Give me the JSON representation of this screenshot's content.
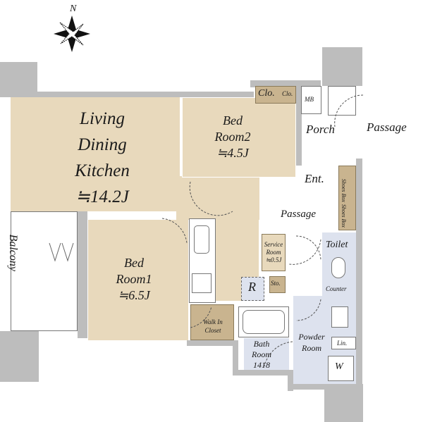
{
  "compass": {
    "north_label": "N"
  },
  "rooms": {
    "ldk": {
      "line1": "Living",
      "line2": "Dining",
      "line3": "Kitchen",
      "area": "≒14.2J"
    },
    "bedroom2": {
      "line1": "Bed",
      "line2": "Room2",
      "area": "≒4.5J"
    },
    "bedroom1": {
      "line1": "Bed",
      "line2": "Room1",
      "area": "≒6.5J"
    },
    "closet_large": "Clo.",
    "closet_small": "Clo.",
    "mb": "MB",
    "porch": "Porch",
    "outer_passage": "Passage",
    "entrance": "Ent.",
    "passage": "Passage",
    "shoes_box_1": "Shoes Box",
    "shoes_box_2": "Shoes Box",
    "balcony": "Balcony",
    "service_room": {
      "line1": "Service",
      "line2": "Room",
      "area": "≒0.5J"
    },
    "storage": "Sto.",
    "refrigerator": "R",
    "toilet": "Toilet",
    "counter": "Counter",
    "walk_in_closet": {
      "line1": "Walk In",
      "line2": "Closet"
    },
    "bath_room": {
      "line1": "Bath",
      "line2": "Room",
      "size": "1418"
    },
    "powder_room": {
      "line1": "Powder",
      "line2": "Room"
    },
    "linen": "Lin.",
    "washer": "W"
  },
  "colors": {
    "wall": "#bdbdbd",
    "room": "#e8d9bc",
    "storage": "#c9b48f",
    "wet_area": "#dde2ee"
  }
}
